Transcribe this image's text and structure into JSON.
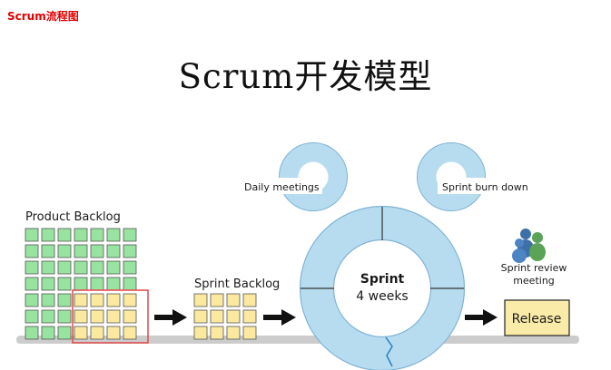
{
  "caption": "Scrum流程图",
  "title": "Scrum开发模型",
  "labels": {
    "product_backlog": "Product Backlog",
    "sprint_backlog": "Sprint Backlog",
    "daily_meetings": "Daily meetings",
    "sprint_burn_down": "Sprint burn down",
    "sprint_line1": "Sprint",
    "sprint_line2": "4 weeks",
    "review_line1": "Sprint review",
    "review_line2": "meeting",
    "release": "Release"
  },
  "colors": {
    "green_item": "#98e3a0",
    "yellow_item": "#fbe9a0",
    "cycle_blue": "#b7dcef",
    "cycle_stroke": "#7fb3d4",
    "release_fill": "#fbeba8",
    "ground": "#cccccc",
    "selection_red": "#e04848"
  },
  "icons": [
    "team-icon"
  ]
}
